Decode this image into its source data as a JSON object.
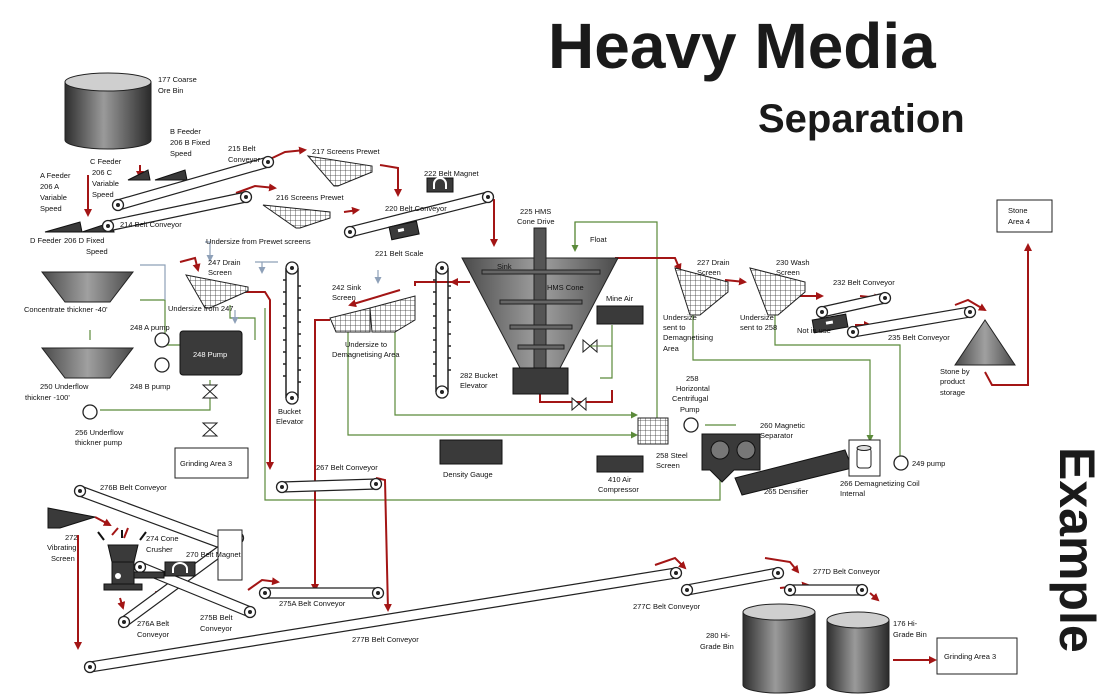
{
  "title": {
    "line1": "Heavy Media",
    "line2": "Separation",
    "side": "Example"
  },
  "labels": {
    "ore_bin": [
      "177 Coarse",
      "Ore Bin"
    ],
    "b_feeder": [
      "B Feeder",
      "206 B Fixed",
      "Speed"
    ],
    "c_feeder": [
      "C Feeder",
      "206 C",
      "Variable",
      "Speed"
    ],
    "a_feeder": [
      "A Feeder",
      "206 A",
      "Variable",
      "Speed"
    ],
    "d_feeder": [
      "D Feeder",
      "206 D Fixed",
      "Speed"
    ],
    "belt215": [
      "215 Belt",
      "Conveyor"
    ],
    "belt214": [
      "214 Belt Conveyor"
    ],
    "screens217": [
      "217 Screens  Prewet"
    ],
    "screens216": [
      "216 Screens  Prewet"
    ],
    "magnet222": [
      "222 Belt Magnet"
    ],
    "belt220": [
      "220 Belt Conveyor"
    ],
    "scale221": [
      "221 Belt Scale"
    ],
    "undersize_prewet": [
      "Undersize from Prewet  screens"
    ],
    "concentrate_thickner": [
      "Concentrate  thickner -40'"
    ],
    "drain247": [
      "247  Drain",
      "Screen"
    ],
    "undersize247": [
      "Undersize from 247"
    ],
    "pump248a": [
      "248 A pump"
    ],
    "pump248": [
      "248 Pump"
    ],
    "pump248b": [
      "248 B pump"
    ],
    "underflow250": [
      "250 Underflow",
      "thickner -100'"
    ],
    "pump256": [
      "256 Underflow",
      "thickner pump"
    ],
    "grinding_left": [
      "Grinding Area  3"
    ],
    "bucket_left": [
      "Bucket",
      "Elevator"
    ],
    "sink242": [
      "242 Sink",
      "Screen"
    ],
    "undersize_demag": [
      "Undersize to",
      "Demagnetising  Area"
    ],
    "bucket282": [
      "282 Bucket",
      "Elevator"
    ],
    "hms_drive": [
      "225 HMS",
      "Cone Drive"
    ],
    "float": [
      "Float"
    ],
    "sink": [
      "Sink"
    ],
    "hms_cone": [
      "HMS Cone"
    ],
    "mine_air": [
      "Mine Air"
    ],
    "density_gauge": [
      "Density Gauge"
    ],
    "air410": [
      "410 Air",
      "Compressor"
    ],
    "drain227": [
      "227  Drain",
      "Screen"
    ],
    "wash230": [
      "230  Wash",
      "Screen"
    ],
    "belt232": [
      "232 Belt Conveyor"
    ],
    "stone_area": [
      "Stone",
      "Area 4"
    ],
    "undersize_227": [
      "Undersize",
      "sent to",
      "Demagnetising",
      "Area"
    ],
    "undersize_258": [
      "Undersize",
      "sent to 258"
    ],
    "not_in_use": [
      "Not in use"
    ],
    "belt235": [
      "235 Belt Conveyor"
    ],
    "stone_storage": [
      "Stone by",
      "product",
      "storage"
    ],
    "pump258": [
      "258",
      "Horizontal",
      "Centrifugal",
      "Pump"
    ],
    "mag260": [
      "260 Magnetic",
      "Separator"
    ],
    "screen258": [
      "258 Steel",
      "Screen"
    ],
    "pump249": [
      "249 pump"
    ],
    "densifier265": [
      "265 Densifier"
    ],
    "coil266": [
      "266 Demagnetizing  Coil",
      "Internal"
    ],
    "belt267": [
      "267 Belt Conveyor"
    ],
    "belt276b": [
      "276B Belt Conveyor"
    ],
    "vib272": [
      "272",
      "Vibrating",
      "Screen"
    ],
    "crusher274": [
      "274 Cone",
      "Crusher"
    ],
    "magnet270": [
      "270 Belt Magnet"
    ],
    "belt276a": [
      "276A Belt",
      "Conveyor"
    ],
    "belt275b": [
      "275B Belt",
      "Conveyor"
    ],
    "belt275a": [
      "275A Belt Conveyor"
    ],
    "belt277b": [
      "277B Belt Conveyor"
    ],
    "belt277c": [
      "277C Belt Conveyor"
    ],
    "belt277d": [
      "277D Belt Conveyor"
    ],
    "bin280": [
      "280 Hi-",
      "Grade Bin"
    ],
    "bin176": [
      "176 Hi-",
      "Grade Bin"
    ],
    "grinding_right": [
      "Grinding Area  3"
    ]
  },
  "colors": {
    "flow_red": "#a31515",
    "flow_green": "#5b8a3a",
    "flow_grey": "#8ea0b8",
    "equipment": "#3a3a3a"
  }
}
